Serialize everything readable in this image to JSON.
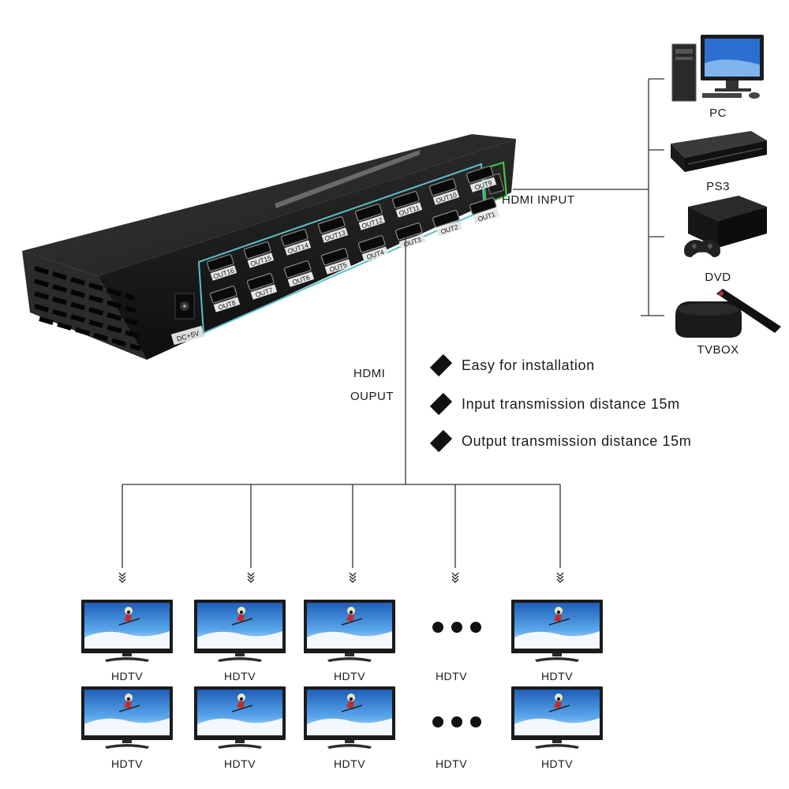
{
  "device": {
    "out_ports": [
      "OUT16",
      "OUT15",
      "OUT14",
      "OUT13",
      "OUT12",
      "OUT11",
      "OUT10",
      "OUT9",
      "OUT8",
      "OUT7",
      "OUT6",
      "OUT5",
      "OUT4",
      "OUT3",
      "OUT2",
      "OUT1"
    ],
    "power_label": "DC+5V"
  },
  "sources": [
    {
      "label": "PC",
      "icon": "pc-icon"
    },
    {
      "label": "PS3",
      "icon": "ps3-icon"
    },
    {
      "label": "DVD",
      "icon": "dvd-icon"
    },
    {
      "label": "TVBOX",
      "icon": "tvbox-icon"
    }
  ],
  "connections": {
    "input_label": "HDMI INPUT",
    "output_label_line1": "HDMI",
    "output_label_line2": "OUPUT"
  },
  "features": [
    "Easy for installation",
    "Input transmission distance 15m",
    "Output transmission distance 15m"
  ],
  "displays": {
    "label": "HDTV"
  },
  "colors": {
    "device_body": "#1c1c1c",
    "port_highlight": "#5bc0c8",
    "input_highlight": "#3ecf4a",
    "screen_sky": "#2f7fd6"
  }
}
